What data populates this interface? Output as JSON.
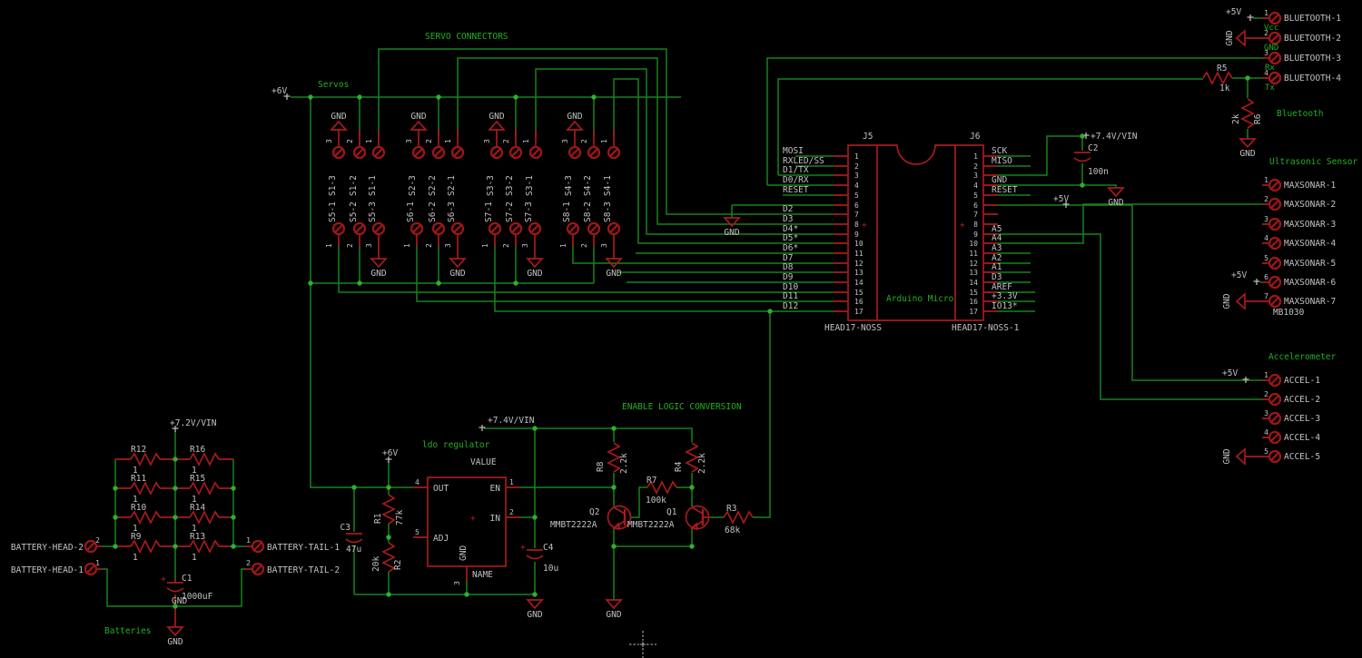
{
  "colors": {
    "bg": "#000000",
    "wire": "#17821a",
    "junction": "#2fae2f",
    "component": "#a61b1b",
    "text_grey": "#c2c2c2",
    "label_green": "#21b121"
  },
  "power": {
    "p5v": "+5V",
    "p6v": "+6V",
    "p72vin": "+7.2V/VIN",
    "p74vin": "+7.4V/VIN",
    "p33v": "+3.3V",
    "gnd": "GND",
    "plus": "+"
  },
  "servo": {
    "title": "SERVO CONNECTORS",
    "subtitle": "Servos",
    "top": [
      {
        "n": "S1-3",
        "p": "3"
      },
      {
        "n": "S1-2",
        "p": "2"
      },
      {
        "n": "S1-1",
        "p": "1"
      },
      {
        "n": "S2-3",
        "p": "3"
      },
      {
        "n": "S2-2",
        "p": "2"
      },
      {
        "n": "S2-1",
        "p": "1"
      },
      {
        "n": "S3-3",
        "p": "3"
      },
      {
        "n": "S3-2",
        "p": "2"
      },
      {
        "n": "S3-1",
        "p": "1"
      },
      {
        "n": "S4-3",
        "p": "3"
      },
      {
        "n": "S4-2",
        "p": "2"
      },
      {
        "n": "S4-1",
        "p": "1"
      }
    ],
    "bottom": [
      {
        "n": "S5-1",
        "p": "1"
      },
      {
        "n": "S5-2",
        "p": "2"
      },
      {
        "n": "S5-3",
        "p": "3"
      },
      {
        "n": "S6-1",
        "p": "1"
      },
      {
        "n": "S6-2",
        "p": "2"
      },
      {
        "n": "S6-3",
        "p": "3"
      },
      {
        "n": "S7-1",
        "p": "1"
      },
      {
        "n": "S7-2",
        "p": "2"
      },
      {
        "n": "S7-3",
        "p": "3"
      },
      {
        "n": "S8-1",
        "p": "1"
      },
      {
        "n": "S8-2",
        "p": "2"
      },
      {
        "n": "S8-3",
        "p": "3"
      }
    ]
  },
  "arduino": {
    "name": "Arduino Micro",
    "j5": "J5",
    "j6": "J6",
    "part_j5": "HEAD17-NOSS",
    "part_j6": "HEAD17-NOSS-1",
    "plus": "+",
    "pins": [
      "1",
      "2",
      "3",
      "4",
      "5",
      "6",
      "7",
      "8",
      "9",
      "10",
      "11",
      "12",
      "13",
      "14",
      "15",
      "16",
      "17"
    ],
    "left": [
      "MOSI",
      "RXLED/SS",
      "D1/TX",
      "D0/RX",
      "RESET",
      "D2",
      "D3",
      "D4*",
      "D5*",
      "D6*",
      "D7",
      "D8",
      "D9",
      "D10",
      "D11",
      "D12"
    ],
    "right": [
      "SCK",
      "MISO",
      "GND",
      "RESET",
      "A5",
      "A4",
      "A3",
      "A2",
      "A1",
      "D3",
      "AREF",
      "+3.3V",
      "IO13*"
    ]
  },
  "c2": {
    "n": "C2",
    "v": "100n"
  },
  "bluetooth": {
    "title": "Bluetooth",
    "items": [
      {
        "p": "1",
        "label": "BLUETOOTH-1",
        "net": "Vcc"
      },
      {
        "p": "2",
        "label": "BLUETOOTH-2",
        "net": "GND"
      },
      {
        "p": "3",
        "label": "BLUETOOTH-3",
        "net": "Rx"
      },
      {
        "p": "4",
        "label": "BLUETOOTH-4",
        "net": "Tx"
      }
    ],
    "r5": {
      "n": "R5",
      "v": "1k"
    },
    "r6": {
      "n": "R6",
      "v": "2k"
    }
  },
  "sonar": {
    "title": "Ultrasonic Sensor",
    "part": "MB1030",
    "items": [
      {
        "p": "1",
        "label": "MAXSONAR-1"
      },
      {
        "p": "2",
        "label": "MAXSONAR-2"
      },
      {
        "p": "3",
        "label": "MAXSONAR-3"
      },
      {
        "p": "4",
        "label": "MAXSONAR-4"
      },
      {
        "p": "5",
        "label": "MAXSONAR-5"
      },
      {
        "p": "6",
        "label": "MAXSONAR-6"
      },
      {
        "p": "7",
        "label": "MAXSONAR-7"
      }
    ]
  },
  "accel": {
    "title": "Accelerometer",
    "items": [
      {
        "p": "1",
        "label": "ACCEL-1"
      },
      {
        "p": "2",
        "label": "ACCEL-2"
      },
      {
        "p": "3",
        "label": "ACCEL-3"
      },
      {
        "p": "4",
        "label": "ACCEL-4"
      },
      {
        "p": "5",
        "label": "ACCEL-5"
      }
    ]
  },
  "battery": {
    "title": "Batteries",
    "left": [
      {
        "n": "R12",
        "v": "1"
      },
      {
        "n": "R11",
        "v": "1"
      },
      {
        "n": "R10",
        "v": "1"
      },
      {
        "n": "R9",
        "v": "1"
      }
    ],
    "right": [
      {
        "n": "R16",
        "v": "1"
      },
      {
        "n": "R15",
        "v": "1"
      },
      {
        "n": "R14",
        "v": "1"
      },
      {
        "n": "R13",
        "v": "1"
      }
    ],
    "c1": {
      "n": "C1",
      "v": "1000uF"
    },
    "conns": [
      {
        "p": "2",
        "label": "BATTERY-HEAD-2"
      },
      {
        "p": "1",
        "label": "BATTERY-HEAD-1"
      },
      {
        "p": "1",
        "label": "BATTERY-TAIL-1"
      },
      {
        "p": "2",
        "label": "BATTERY-TAIL-2"
      }
    ]
  },
  "ldo": {
    "title": "ldo regulator",
    "value_ph": "VALUE",
    "name_ph": "NAME",
    "out": "OUT",
    "en": "EN",
    "in": "IN",
    "adj": "ADJ",
    "gnd": "GND",
    "p1": "1",
    "p2": "2",
    "p3": "3",
    "p4": "4",
    "p5": "5",
    "r1": {
      "n": "R1",
      "v": "77k"
    },
    "r2": {
      "n": "R2",
      "v": "20k"
    },
    "c3": {
      "n": "C3",
      "v": "47u"
    },
    "c4": {
      "n": "C4",
      "v": "10u"
    }
  },
  "logic": {
    "title": "ENABLE LOGIC CONVERSION",
    "r8": {
      "n": "R8",
      "v": "2.2k"
    },
    "r4": {
      "n": "R4",
      "v": "2.2k"
    },
    "r7": {
      "n": "R7",
      "v": "100k"
    },
    "r3": {
      "n": "R3",
      "v": "68k"
    },
    "q1": {
      "n": "Q1",
      "v": "MMBT2222A"
    },
    "q2": {
      "n": "Q2",
      "v": "MMBT2222A"
    }
  }
}
